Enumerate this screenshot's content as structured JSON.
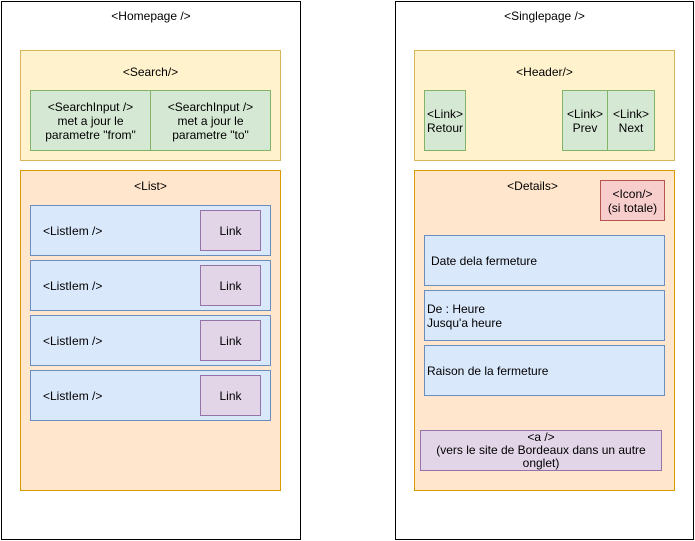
{
  "homepage": {
    "title": "<Homepage />",
    "search": {
      "title": "<Search/>",
      "inputs": [
        "<SearchInput />\nmet a jour le\nparametre \"from\"",
        "<SearchInput />\nmet a jour le\nparametre \"to\""
      ]
    },
    "list": {
      "title": "<List>",
      "items": [
        {
          "label": "<ListIem />",
          "link": "Link"
        },
        {
          "label": "<ListIem />",
          "link": "Link"
        },
        {
          "label": "<ListIem />",
          "link": "Link"
        },
        {
          "label": "<ListIem />",
          "link": "Link"
        }
      ]
    }
  },
  "singlepage": {
    "title": "<Singlepage />",
    "header": {
      "title": "<Header/>",
      "retour": "<Link>\nRetour",
      "prev": "<Link>\nPrev",
      "next": "<Link>\nNext"
    },
    "details": {
      "title": "<Details>",
      "icon": "<Icon/>\n(si totale)",
      "date": "Date dela fermeture",
      "hours": "De : Heure\nJusqu'a heure",
      "reason": "Raison de la fermeture",
      "anchor": "<a />\n(vers le site de Bordeaux dans un autre\nonglet)"
    }
  }
}
